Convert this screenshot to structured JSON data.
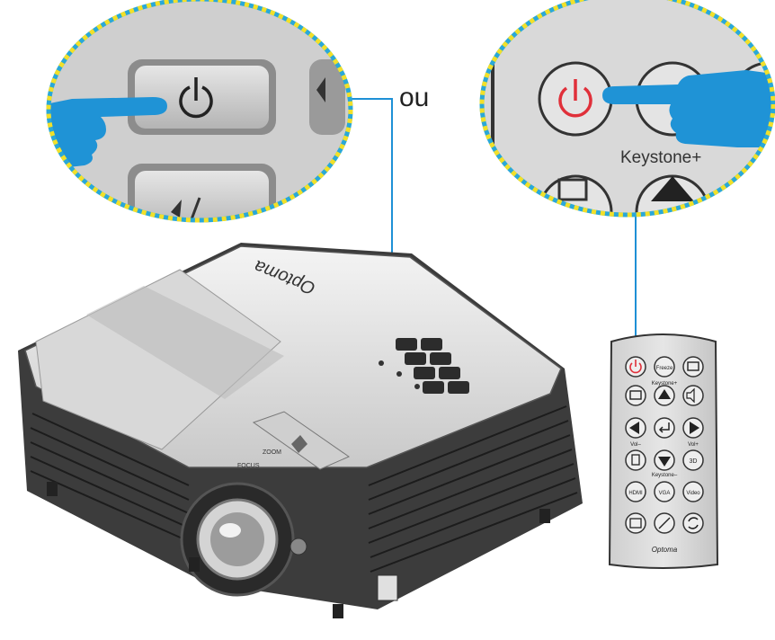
{
  "connector_word": "ou",
  "projector": {
    "brand": "Optoma",
    "focus_label": "FOCUS",
    "zoom_label": "ZOOM"
  },
  "zoom_remote": {
    "keystone_label": "Keystone+"
  },
  "remote": {
    "brand": "Optoma",
    "freeze_label": "Freeze",
    "keystone_plus_label": "Keystone+",
    "keystone_minus_label": "Keystone–",
    "vol_minus_label": "Vol–",
    "vol_plus_label": "Vol+",
    "3d_label": "3D",
    "hdmi_label": "HDMI",
    "vga_label": "VGA",
    "video_label": "Video"
  },
  "colors": {
    "power_red": "#e0303a",
    "callout_outline_blue": "#2aa8d8",
    "callout_outline_yellow": "#f2e02a",
    "hand_blue": "#1f93d6",
    "connector_blue": "#1e90d6"
  }
}
